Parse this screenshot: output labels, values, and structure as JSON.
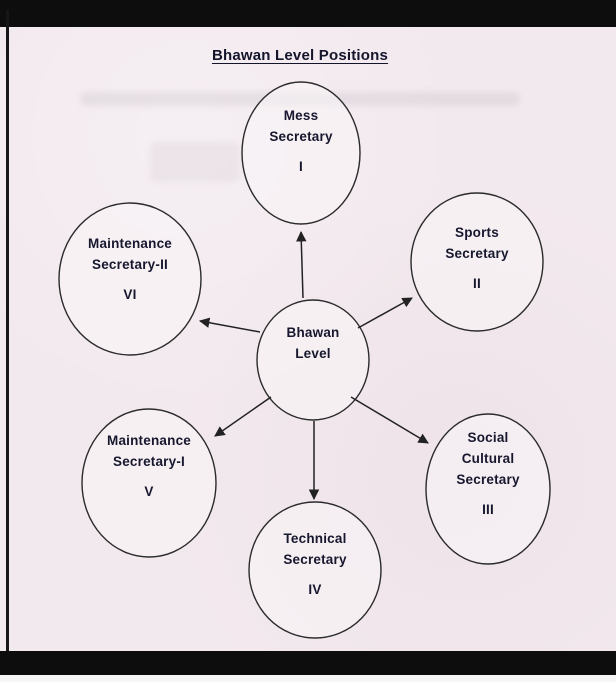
{
  "title": "Bhawan Level Positions",
  "center_node": {
    "lines": [
      "Bhawan",
      "Level"
    ]
  },
  "nodes": [
    {
      "id": "mess-secretary",
      "lines": [
        "Mess",
        "Secretary"
      ],
      "numeral": "I"
    },
    {
      "id": "sports-secretary",
      "lines": [
        "Sports",
        "Secretary"
      ],
      "numeral": "II"
    },
    {
      "id": "social-cultural-secretary",
      "lines": [
        "Social",
        "Cultural",
        "Secretary"
      ],
      "numeral": "III"
    },
    {
      "id": "technical-secretary",
      "lines": [
        "Technical",
        "Secretary"
      ],
      "numeral": "IV"
    },
    {
      "id": "maintenance-secretary-1",
      "lines": [
        "Maintenance",
        "Secretary-I"
      ],
      "numeral": "V"
    },
    {
      "id": "maintenance-secretary-2",
      "lines": [
        "Maintenance",
        "Secretary-II"
      ],
      "numeral": "VI"
    }
  ],
  "colors": {
    "paper": "#f2e9ee",
    "ink": "#17172e",
    "stroke": "#2b2b2b"
  }
}
